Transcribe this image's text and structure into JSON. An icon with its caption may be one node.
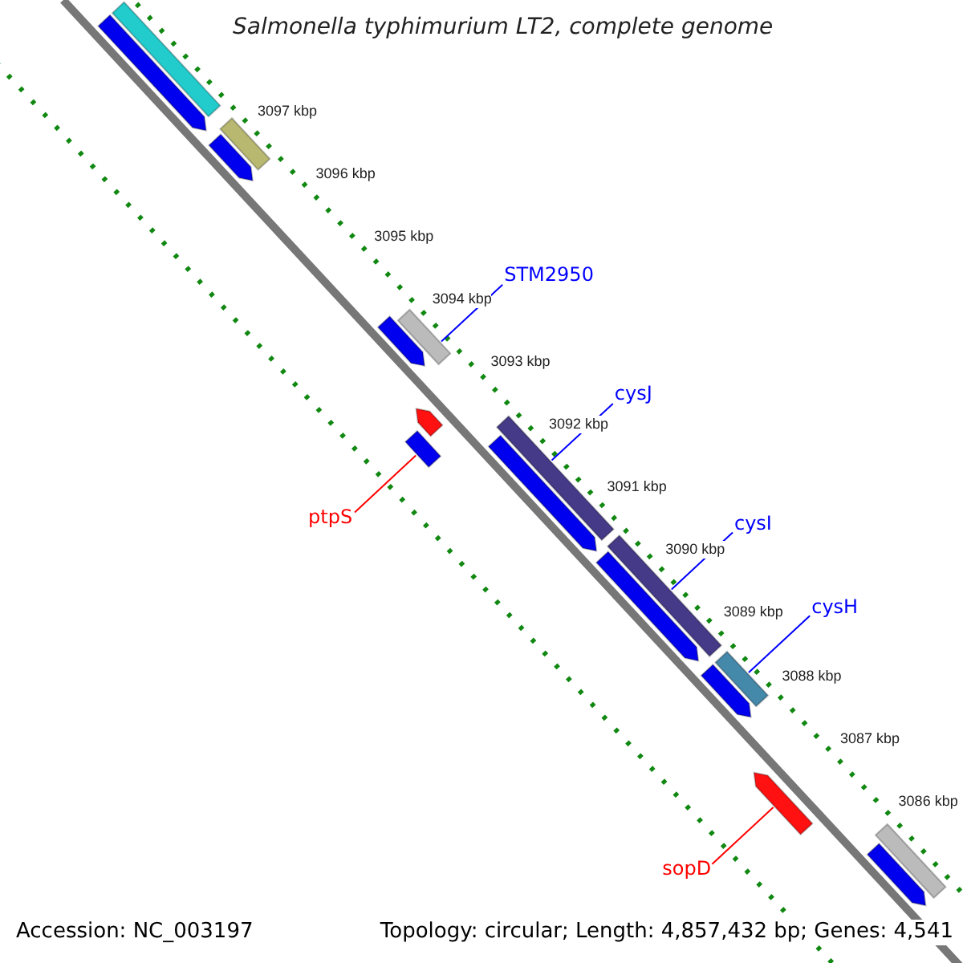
{
  "diagram": {
    "title": "Salmonella typhimurium LT2, complete genome",
    "nodes": [
      {
        "text": [],
        "shape": "bar"
      },
      {
        "text": [],
        "shape": "pentagon"
      },
      {
        "text": [],
        "shape": "bar"
      },
      {
        "text": [],
        "shape": "pentagon"
      },
      {
        "text": [
          "STM2950"
        ]
      },
      {
        "text": [],
        "shape": "bar"
      },
      {
        "text": [],
        "shape": "pentagon"
      },
      {
        "text": [],
        "shape": "pentagon"
      },
      {
        "text": [
          "cysJ"
        ]
      },
      {
        "text": [],
        "shape": "bar"
      },
      {
        "text": [],
        "shape": "pentagon"
      },
      {
        "text": [
          "ptpS"
        ]
      },
      {
        "text": [],
        "shape": "bar"
      },
      {
        "text": [
          "cysI"
        ]
      },
      {
        "text": [],
        "shape": "bar"
      },
      {
        "text": [],
        "shape": "pentagon"
      },
      {
        "text": [
          "cysH"
        ]
      },
      {
        "text": [],
        "shape": "bar"
      },
      {
        "text": [],
        "shape": "pentagon"
      },
      {
        "text": [
          "sopD"
        ]
      },
      {
        "text": [],
        "shape": "pentagon"
      },
      {
        "text": [],
        "shape": "bar"
      },
      {
        "text": [],
        "shape": "pentagon"
      }
    ],
    "edges": [
      {
        "from": 4,
        "to": 5,
        "arrow": "none"
      },
      {
        "from": 8,
        "to": 9,
        "arrow": "none"
      },
      {
        "from": 11,
        "to": 12,
        "arrow": "none",
        "color": "#ff0000"
      },
      {
        "from": 13,
        "to": 14,
        "arrow": "none"
      },
      {
        "from": 16,
        "to": 17,
        "arrow": "none"
      },
      {
        "from": 19,
        "to": 20,
        "arrow": "none",
        "color": "#ff0000"
      }
    ],
    "labels": [
      "3097 kbp",
      "3096 kbp",
      "3095 kbp",
      "3094 kbp",
      "3093 kbp",
      "3092 kbp",
      "3091 kbp",
      "3090 kbp",
      "3089 kbp",
      "3088 kbp",
      "3087 kbp",
      "3086 kbp",
      "Accession: NC_003197",
      "Topology: circular; Length: 4,857,432 bp; Genes: 4,541"
    ]
  }
}
